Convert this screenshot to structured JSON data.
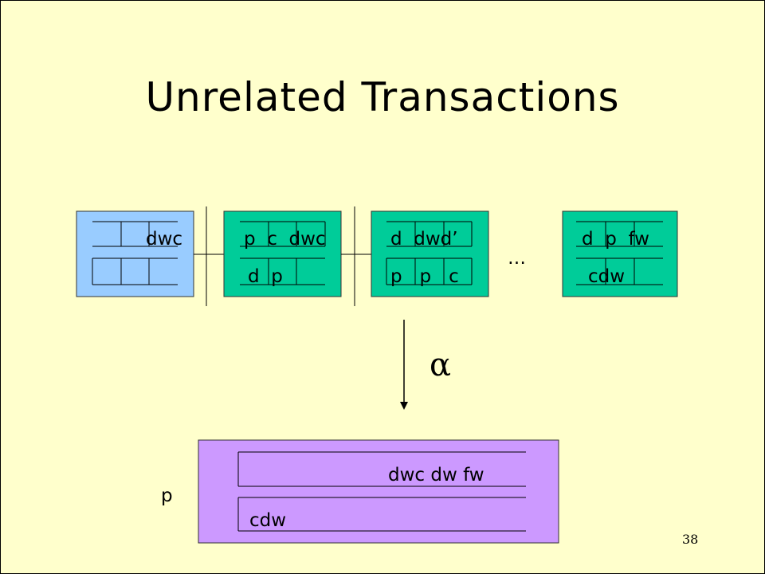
{
  "slide": {
    "title": "Unrelated Transactions",
    "page_number": "38"
  },
  "colors": {
    "background": "#FFFFCC",
    "first_state_fill": "#99CCFF",
    "state_fill": "#00CC99",
    "result_fill": "#CC99FF"
  },
  "states": [
    {
      "top_label": "dwc",
      "bottom_label": ""
    },
    {
      "top_label": "p  c  dwc",
      "bottom_label": "d  p"
    },
    {
      "top_label": "d  dwd’",
      "bottom_label": "p   p   c"
    },
    {
      "top_label": "d  p  fw",
      "bottom_label": "cdw"
    }
  ],
  "ellipsis": "…",
  "abstraction_symbol": "α",
  "result": {
    "process_label": "p",
    "row1_label": "dwc dw fw",
    "row2_label": "cdw"
  }
}
